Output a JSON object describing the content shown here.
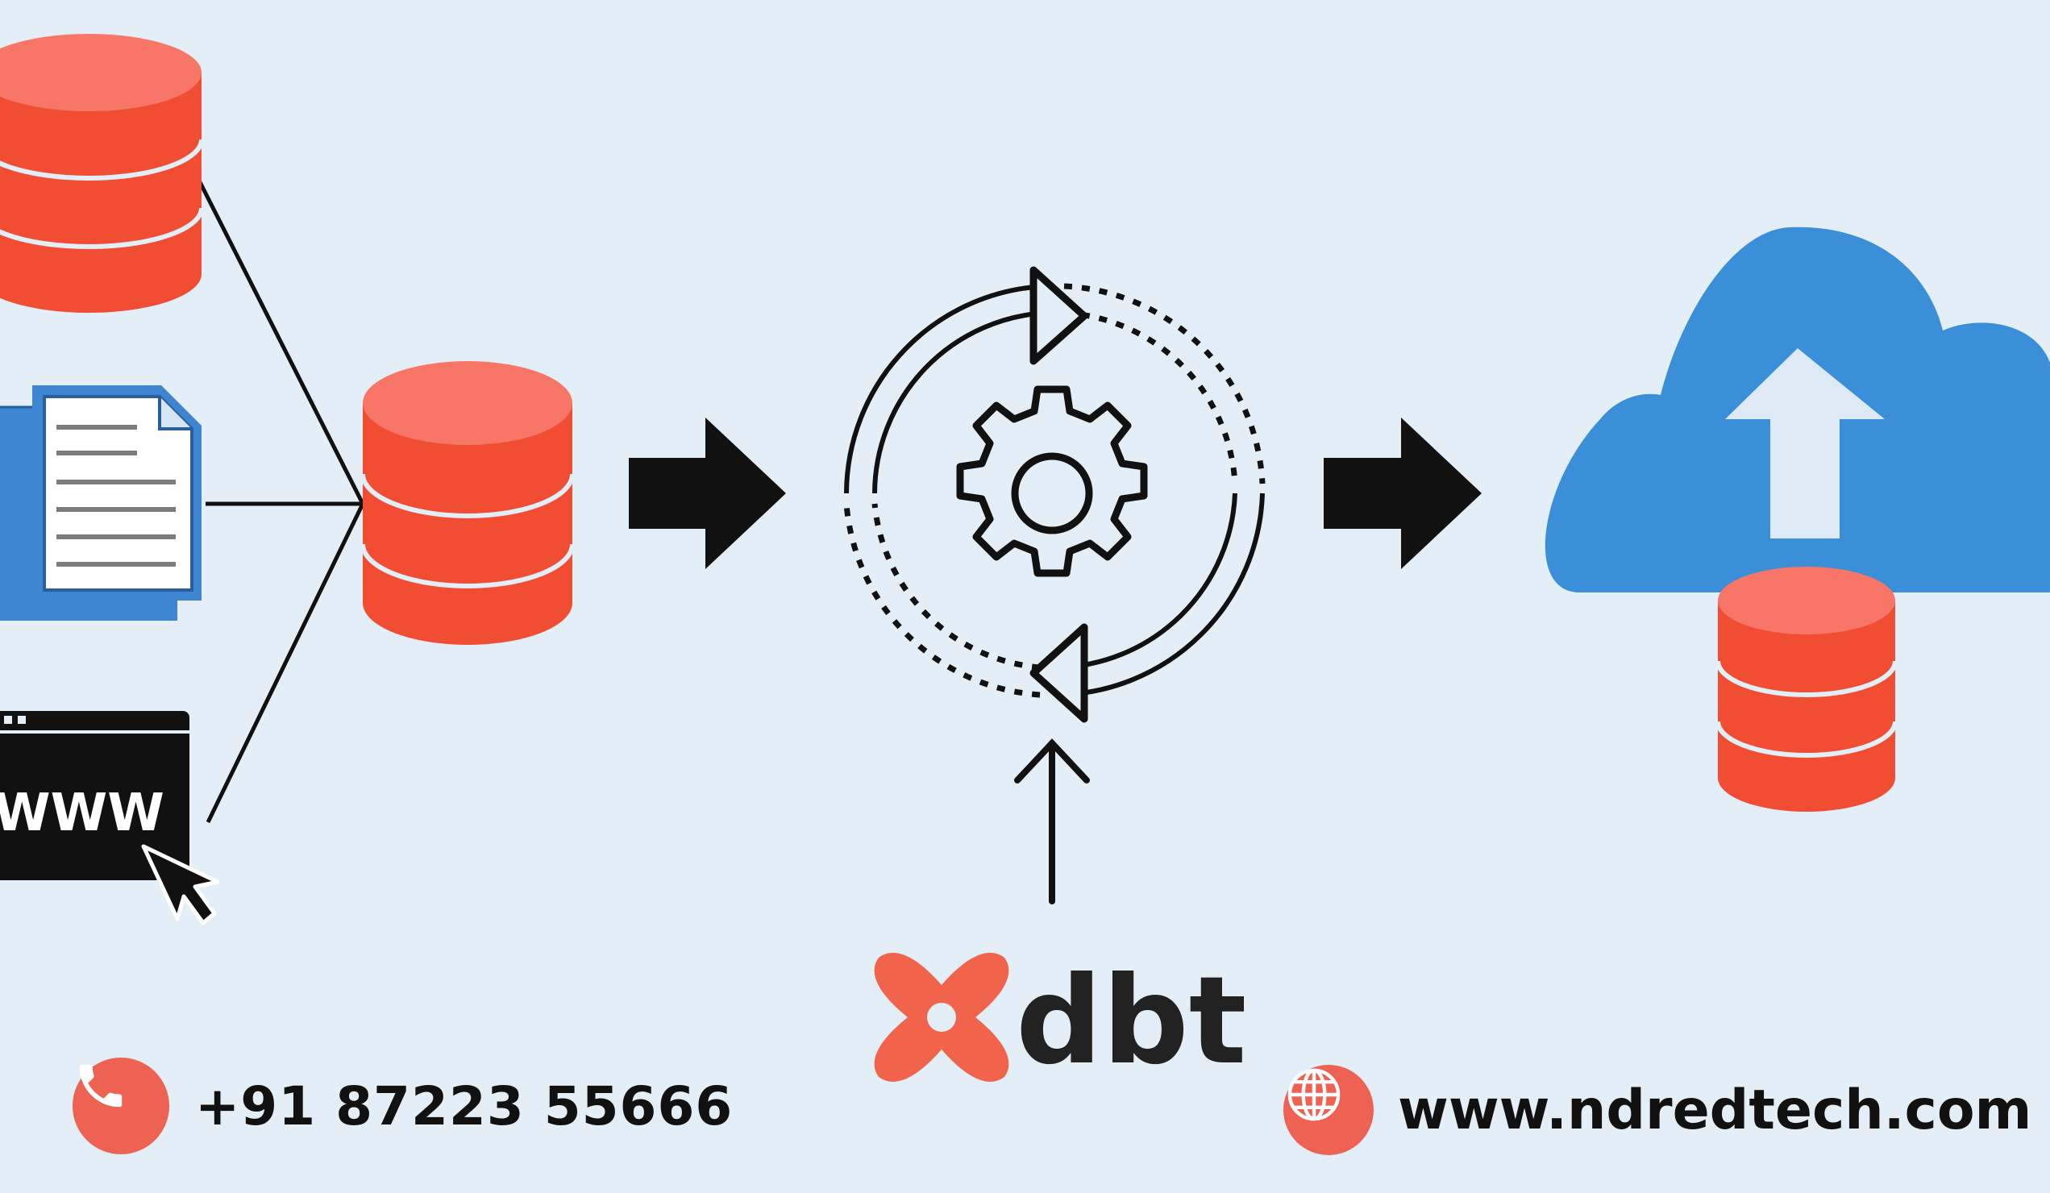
{
  "colors": {
    "background": "#e4eef7",
    "database": "#f04d33",
    "database_top": "#f87668",
    "cloud": "#3a8fd8",
    "doc_blue": "#3f86d2",
    "dbt_logo": "#f1634a",
    "ink": "#111111",
    "badge": "#ee6253"
  },
  "icons": {
    "source_database": "database-icon",
    "source_document": "document-icon",
    "source_web": "web-browser-icon",
    "staging_database": "database-icon",
    "transform": "refresh-gear-icon",
    "destination": "cloud-upload-icon",
    "destination_database": "database-icon",
    "phone": "phone-icon",
    "website": "globe-icon"
  },
  "diagram": {
    "web_source_label": "WWW",
    "dbt_label": "dbt"
  },
  "contact": {
    "phone": "+91 87223 55666",
    "website": "www.ndredtech.com"
  }
}
